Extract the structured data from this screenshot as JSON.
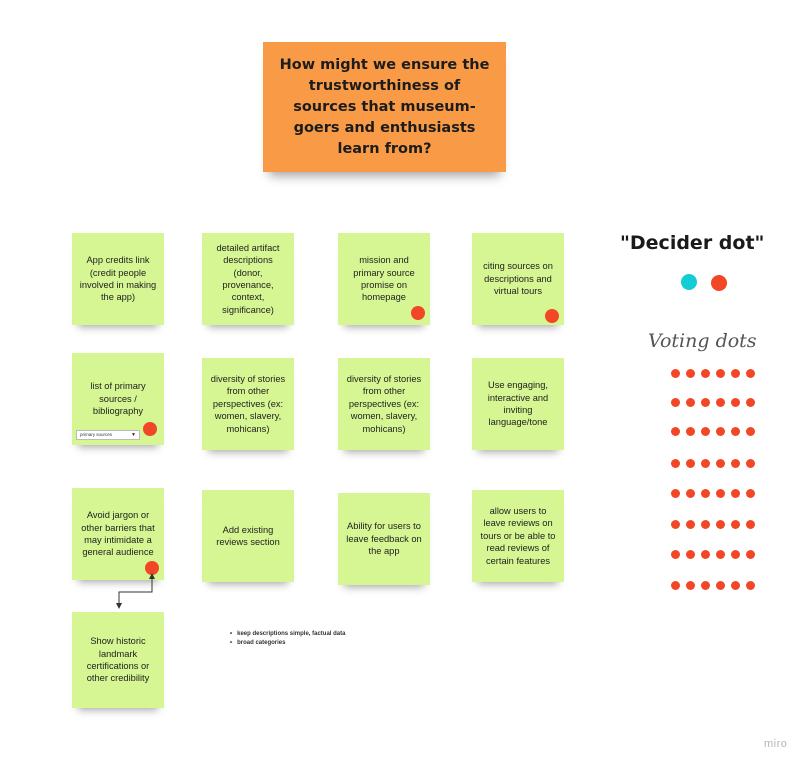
{
  "hmw_question": "How might we ensure the trustworthiness of sources that museum-goers and enthusiasts learn from?",
  "sticky_notes": [
    "App credits link (credit people involved in making the app)",
    "detailed artifact descriptions (donor, provenance, context, significance)",
    "mission and primary source promise on homepage",
    "citing sources on descriptions and virtual tours",
    "list of primary sources / bibliography",
    "diversity of stories from other perspectives (ex: women, slavery, mohicans)",
    "diversity of stories from other perspectives (ex: women, slavery, mohicans)",
    "Use engaging, interactive and inviting language/tone",
    "Avoid jargon or other barriers that may intimidate a general audience",
    "Add existing reviews section",
    "Ability for users to leave feedback on the app",
    "allow users to leave reviews on tours or be able to read reviews of certain features",
    "Show historic landmark certifications or other credibility"
  ],
  "embedded_dropdown": {
    "value": "primary sources"
  },
  "decider": {
    "title": "\"Decider dot\"",
    "dot_colors": [
      "#12cdd4",
      "#f24726"
    ]
  },
  "voting": {
    "title": "Voting dots",
    "rows": 8,
    "dots_per_row": 6,
    "dot_color": "#f24726"
  },
  "notes_list": [
    "keep descriptions simple, factual data",
    "broad categories"
  ],
  "watermark": "miro",
  "colors": {
    "hmw_note": "#f99b46",
    "sticky_note": "#d5f692",
    "vote": "#f24726",
    "decider_cyan": "#12cdd4"
  }
}
